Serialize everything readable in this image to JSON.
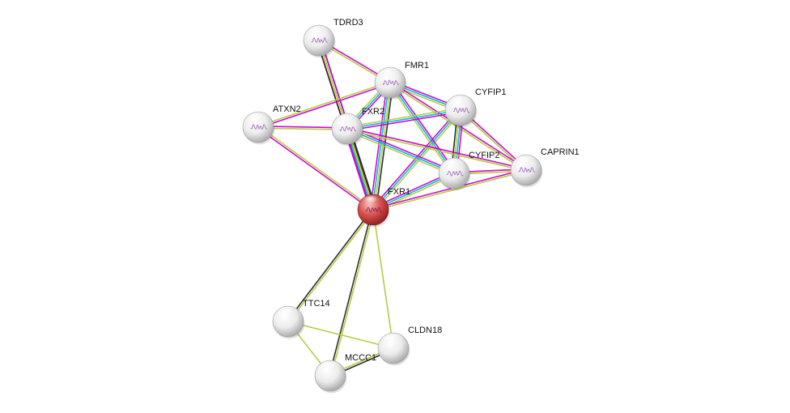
{
  "network": {
    "colors": {
      "query_node": "#d9534f",
      "neighbor_node": "#e6e6e6",
      "experimental": "#c800c8",
      "database": "#00b4dc",
      "textmining": "#b4c83c",
      "coexpression": "#222222",
      "curated": "#3232dc"
    },
    "nodes": [
      {
        "id": "FXR1",
        "label": "FXR1",
        "query": true,
        "has_structure": true
      },
      {
        "id": "TDRD3",
        "label": "TDRD3",
        "query": false,
        "has_structure": true
      },
      {
        "id": "FMR1",
        "label": "FMR1",
        "query": false,
        "has_structure": true
      },
      {
        "id": "CYFIP1",
        "label": "CYFIP1",
        "query": false,
        "has_structure": true
      },
      {
        "id": "ATXN2",
        "label": "ATXN2",
        "query": false,
        "has_structure": true
      },
      {
        "id": "FXR2",
        "label": "FXR2",
        "query": false,
        "has_structure": true
      },
      {
        "id": "CYFIP2",
        "label": "CYFIP2",
        "query": false,
        "has_structure": true
      },
      {
        "id": "CAPRIN1",
        "label": "CAPRIN1",
        "query": false,
        "has_structure": true
      },
      {
        "id": "TTC14",
        "label": "TTC14",
        "query": false,
        "has_structure": false
      },
      {
        "id": "CLDN18",
        "label": "CLDN18",
        "query": false,
        "has_structure": false
      },
      {
        "id": "MCCC1",
        "label": "MCCC1",
        "query": false,
        "has_structure": false
      }
    ],
    "edges": [
      {
        "a": "FXR1",
        "b": "TDRD3",
        "types": [
          "experimental",
          "textmining",
          "coexpression"
        ]
      },
      {
        "a": "FXR1",
        "b": "FMR1",
        "types": [
          "experimental",
          "database",
          "textmining",
          "coexpression"
        ]
      },
      {
        "a": "FXR1",
        "b": "CYFIP1",
        "types": [
          "experimental",
          "database",
          "textmining"
        ]
      },
      {
        "a": "FXR1",
        "b": "ATXN2",
        "types": [
          "experimental",
          "textmining"
        ]
      },
      {
        "a": "FXR1",
        "b": "FXR2",
        "types": [
          "experimental",
          "database",
          "textmining",
          "coexpression"
        ]
      },
      {
        "a": "FXR1",
        "b": "CYFIP2",
        "types": [
          "experimental",
          "database",
          "textmining"
        ]
      },
      {
        "a": "FXR1",
        "b": "CAPRIN1",
        "types": [
          "experimental",
          "textmining"
        ]
      },
      {
        "a": "FXR1",
        "b": "TTC14",
        "types": [
          "textmining",
          "coexpression"
        ]
      },
      {
        "a": "FXR1",
        "b": "MCCC1",
        "types": [
          "textmining",
          "coexpression"
        ]
      },
      {
        "a": "FXR1",
        "b": "CLDN18",
        "types": [
          "textmining"
        ]
      },
      {
        "a": "TDRD3",
        "b": "FMR1",
        "types": [
          "experimental",
          "textmining"
        ]
      },
      {
        "a": "TDRD3",
        "b": "FXR2",
        "types": [
          "experimental",
          "textmining",
          "coexpression"
        ]
      },
      {
        "a": "FMR1",
        "b": "CYFIP1",
        "types": [
          "experimental",
          "database",
          "textmining"
        ]
      },
      {
        "a": "FMR1",
        "b": "ATXN2",
        "types": [
          "experimental",
          "textmining"
        ]
      },
      {
        "a": "FMR1",
        "b": "FXR2",
        "types": [
          "experimental",
          "database",
          "textmining"
        ]
      },
      {
        "a": "FMR1",
        "b": "CYFIP2",
        "types": [
          "experimental",
          "database",
          "textmining"
        ]
      },
      {
        "a": "FMR1",
        "b": "CAPRIN1",
        "types": [
          "experimental",
          "textmining"
        ]
      },
      {
        "a": "CYFIP1",
        "b": "FXR2",
        "types": [
          "experimental",
          "database",
          "textmining"
        ]
      },
      {
        "a": "CYFIP1",
        "b": "CYFIP2",
        "types": [
          "experimental",
          "database",
          "textmining",
          "coexpression"
        ]
      },
      {
        "a": "CYFIP1",
        "b": "CAPRIN1",
        "types": [
          "experimental",
          "textmining"
        ]
      },
      {
        "a": "ATXN2",
        "b": "FXR2",
        "types": [
          "experimental",
          "textmining"
        ]
      },
      {
        "a": "FXR2",
        "b": "CYFIP2",
        "types": [
          "experimental",
          "database",
          "textmining"
        ]
      },
      {
        "a": "FXR2",
        "b": "CAPRIN1",
        "types": [
          "experimental",
          "textmining"
        ]
      },
      {
        "a": "CYFIP2",
        "b": "CAPRIN1",
        "types": [
          "experimental",
          "textmining"
        ]
      },
      {
        "a": "TTC14",
        "b": "MCCC1",
        "types": [
          "textmining"
        ]
      },
      {
        "a": "TTC14",
        "b": "CLDN18",
        "types": [
          "textmining"
        ]
      },
      {
        "a": "MCCC1",
        "b": "CLDN18",
        "types": [
          "textmining",
          "coexpression"
        ]
      }
    ]
  }
}
